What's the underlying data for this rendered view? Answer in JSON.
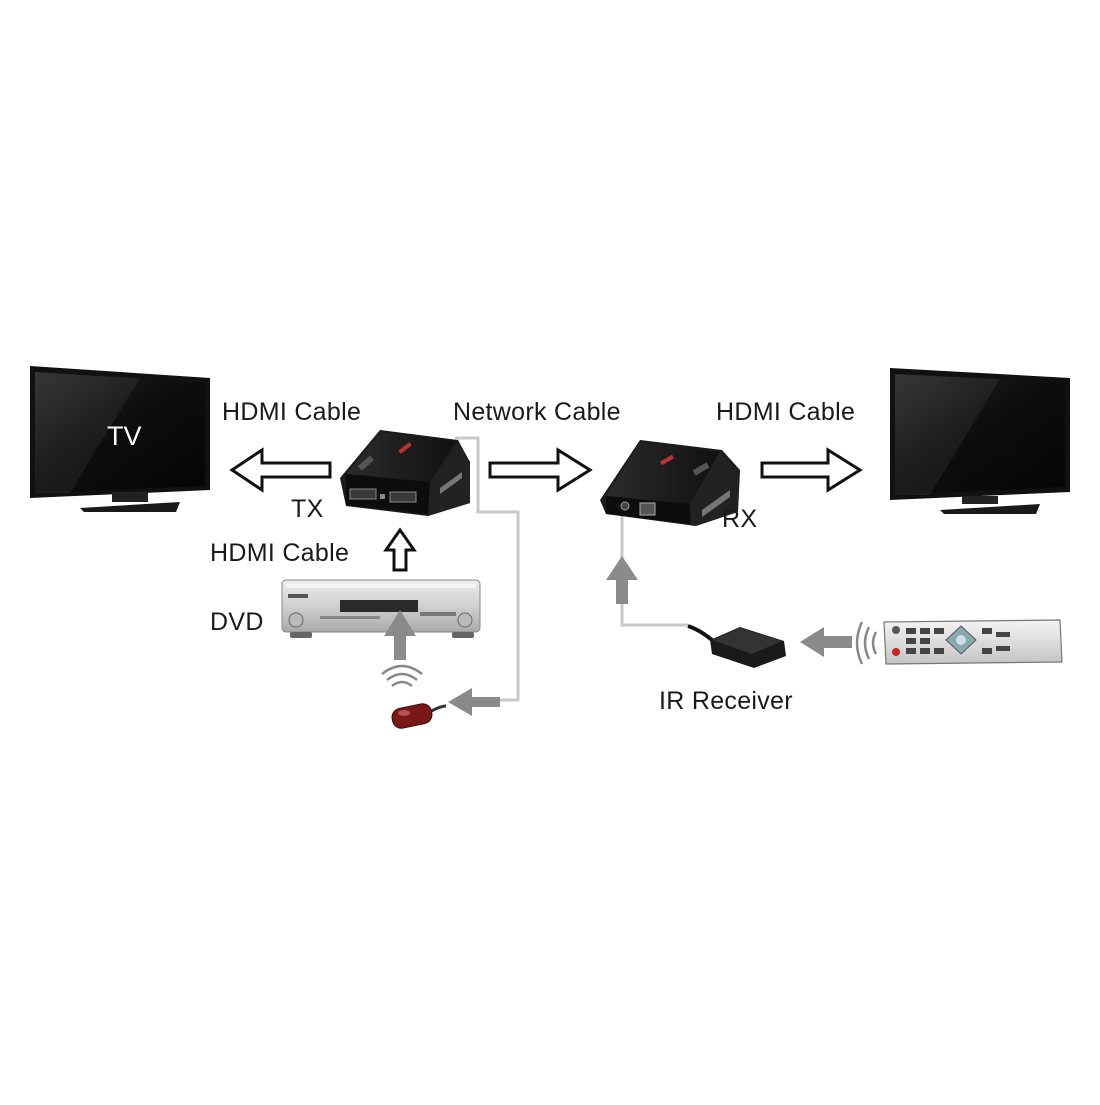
{
  "labels": {
    "hdmi_cable_left": "HDMI Cable",
    "network_cable": "Network Cable",
    "hdmi_cable_right": "HDMI Cable",
    "tx": "TX",
    "rx": "RX",
    "hdmi_cable_input": "HDMI Cable",
    "dvd": "DVD",
    "ir_receiver": "IR Receiver",
    "tv": "TV"
  },
  "colors": {
    "background": "#ffffff",
    "text": "#1a1a1a",
    "cable": "#c8c8c8",
    "signal_arrow": "#8a8a8a",
    "device_body": "#1c1c1c",
    "dvd_body": "#d4d4d4",
    "ir_emitter": "#7a1818"
  },
  "icons": [
    "tv-left-icon",
    "tv-right-icon",
    "tx-extender-icon",
    "rx-extender-icon",
    "dvd-player-icon",
    "ir-emitter-icon",
    "ir-receiver-icon",
    "remote-control-icon"
  ]
}
